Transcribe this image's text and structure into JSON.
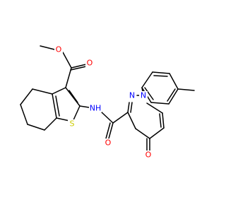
{
  "diagram": {
    "type": "chemical-structure",
    "atoms": [
      {
        "id": "O_ester_single",
        "symbol": "O",
        "color": "#ff0000"
      },
      {
        "id": "O_ester_double",
        "symbol": "O",
        "color": "#ff0000"
      },
      {
        "id": "N_amide",
        "symbol": "NH",
        "color": "#0000ff"
      },
      {
        "id": "S_thiophene",
        "symbol": "S",
        "color": "#cccc00"
      },
      {
        "id": "N_pyridazine_2",
        "symbol": "N",
        "color": "#0000ff"
      },
      {
        "id": "N_pyridazine_1",
        "symbol": "N",
        "color": "#0000ff"
      },
      {
        "id": "O_amide",
        "symbol": "O",
        "color": "#ff0000"
      },
      {
        "id": "O_ketone",
        "symbol": "O",
        "color": "#ff0000"
      }
    ]
  }
}
